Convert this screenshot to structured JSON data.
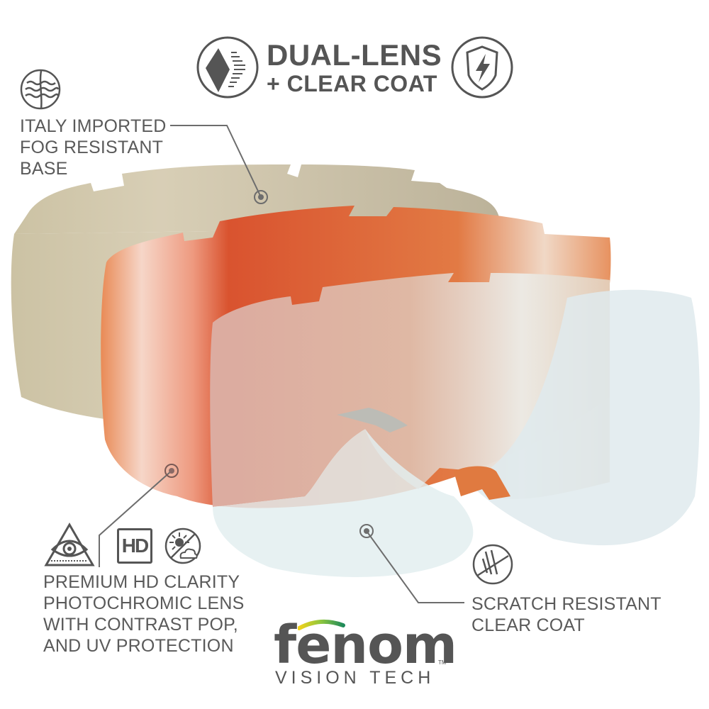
{
  "headline": {
    "line1": "DUAL-LENS",
    "line2": "+ CLEAR COAT",
    "left_icon": "layered-diamond-icon",
    "right_icon": "shield-lightning-icon"
  },
  "callouts": {
    "base": {
      "icon": "water-tree-icon",
      "lines": [
        "ITALY IMPORTED",
        "FOG RESISTANT",
        "BASE"
      ]
    },
    "photochromic": {
      "icons": [
        "eye-triangle-icon",
        "hd-icon",
        "no-sun-cloud-icon"
      ],
      "hd_text": "HD",
      "lines": [
        "PREMIUM HD CLARITY",
        "PHOTOCHROMIC LENS",
        "WITH CONTRAST POP,",
        "AND UV PROTECTION"
      ]
    },
    "clear_coat": {
      "icon": "scratch-icon",
      "lines": [
        "SCRATCH RESISTANT",
        "CLEAR COAT"
      ]
    }
  },
  "logo": {
    "wordmark": "fenom",
    "subtitle": "VISION TECH",
    "trademark": "TM"
  },
  "colors": {
    "text": "#5a5a5a",
    "base_lens": "#cfc5aa",
    "photochromic_lens": "#e0643a",
    "clear_coat_lens": "#dde9ec",
    "logo_arc_start": "#f2d21a",
    "logo_arc_end": "#1f8a5a"
  }
}
